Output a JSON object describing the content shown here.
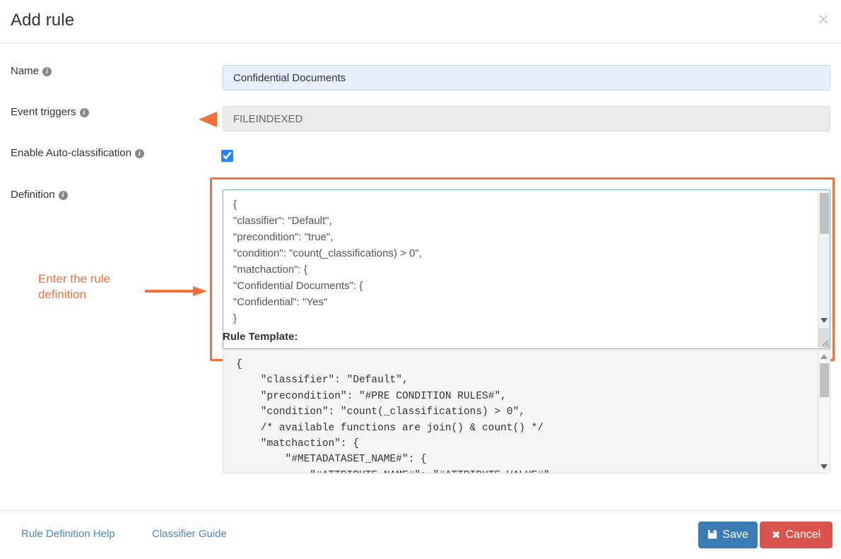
{
  "modal": {
    "title": "Add rule",
    "close_icon": "close-icon"
  },
  "form": {
    "name": {
      "label": "Name",
      "info_icon": "info-icon",
      "value": "Confidential Documents",
      "placeholder": ""
    },
    "event_triggers": {
      "label": "Event triggers",
      "info_icon": "info-icon",
      "value": "FILEINDEXED",
      "placeholder": ""
    },
    "auto_classification": {
      "label": "Enable Auto-classification",
      "info_icon": "info-icon",
      "checked": true
    },
    "definition": {
      "label": "Definition",
      "info_icon": "info-icon",
      "value": "{\n\"classifier\": \"Default\",\n\"precondition\": \"true\",\n\"condition\": \"count(_classifications) > 0\",\n\"matchaction\": {\n\"Confidential Documents\": {\n\"Confidential\": \"Yes\"\n}"
    }
  },
  "annotation": {
    "definition_note": "Enter the rule\ndefinition",
    "color": "#f2703a",
    "arrow_right_icon": "arrow-right-icon",
    "arrow_left_icon": "arrow-left-icon"
  },
  "template": {
    "label": "Rule Template:",
    "code": "{\n    \"classifier\": \"Default\",\n    \"precondition\": \"#PRE CONDITION RULES#\",\n    \"condition\": \"count(_classifications) > 0\",\n    /* available functions are join() & count() */\n    \"matchaction\": {\n        \"#METADATASET_NAME#\": {\n            \"#ATTRIBUTE_NAME#\": \"#ATTRIBUTE_VALUE#\""
  },
  "footer": {
    "links": [
      {
        "label": "Rule Definition Help"
      },
      {
        "label": "Classifier Guide"
      }
    ],
    "save": {
      "label": "Save",
      "icon": "floppy-disk-icon",
      "color": "#3b7cb5"
    },
    "cancel": {
      "label": "Cancel",
      "icon": "cross-icon",
      "color": "#d9534f"
    }
  },
  "icons": {
    "save_glyph": "ὋE",
    "cancel_glyph": "✖"
  }
}
